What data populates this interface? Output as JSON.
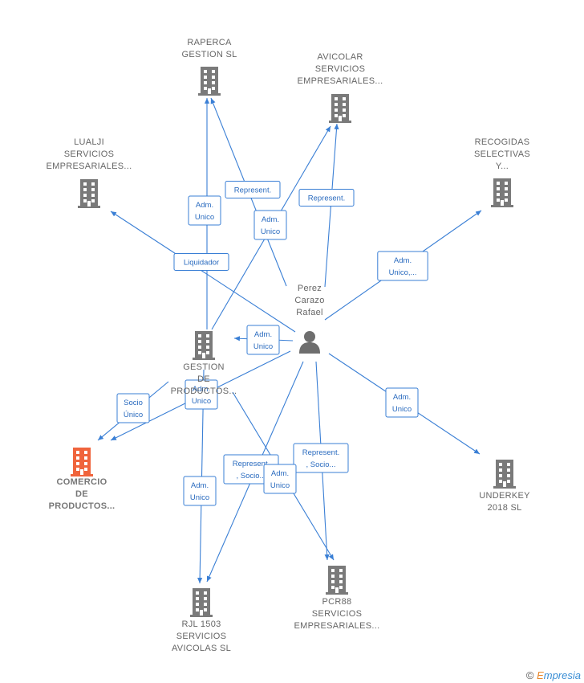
{
  "nodes": [
    {
      "id": "raperca",
      "label_lines": [
        "RAPERCA",
        "GESTION  SL"
      ],
      "type": "company"
    },
    {
      "id": "avicolar",
      "label_lines": [
        "AVICOLAR",
        "SERVICIOS",
        "EMPRESARIALES..."
      ],
      "type": "company"
    },
    {
      "id": "lualji",
      "label_lines": [
        "LUALJI",
        "SERVICIOS",
        "EMPRESARIALES..."
      ],
      "type": "company"
    },
    {
      "id": "recogidas",
      "label_lines": [
        "RECOGIDAS",
        "SELECTIVAS",
        "Y..."
      ],
      "type": "company"
    },
    {
      "id": "perez",
      "label_lines": [
        "Perez",
        "Carazo",
        "Rafael"
      ],
      "type": "person"
    },
    {
      "id": "gestion",
      "label_lines": [
        "GESTION",
        "DE",
        "PRODUCTOS..."
      ],
      "type": "company"
    },
    {
      "id": "comercio",
      "label_lines": [
        "COMERCIO",
        "DE",
        "PRODUCTOS..."
      ],
      "type": "company-focus"
    },
    {
      "id": "underkey",
      "label_lines": [
        "UNDERKEY",
        "2018  SL"
      ],
      "type": "company"
    },
    {
      "id": "pcr88",
      "label_lines": [
        "PCR88",
        "SERVICIOS",
        "EMPRESARIALES..."
      ],
      "type": "company"
    },
    {
      "id": "rjl",
      "label_lines": [
        "RJL 1503",
        "SERVICIOS",
        "AVICOLAS  SL"
      ],
      "type": "company"
    }
  ],
  "edges": [
    {
      "id": "e1",
      "from": "perez",
      "to": "raperca",
      "label_lines": [
        "Represent."
      ]
    },
    {
      "id": "e2",
      "from": "perez",
      "to": "avicolar",
      "label_lines": [
        "Represent."
      ]
    },
    {
      "id": "e3",
      "from": "gestion",
      "to": "raperca",
      "label_lines": [
        "Adm.",
        "Unico"
      ]
    },
    {
      "id": "e4",
      "from": "gestion",
      "to": "avicolar",
      "label_lines": [
        "Adm.",
        "Unico"
      ]
    },
    {
      "id": "e5",
      "from": "perez",
      "to": "lualji",
      "label_lines": [
        "Liquidador"
      ]
    },
    {
      "id": "e6",
      "from": "perez",
      "to": "recogidas",
      "label_lines": [
        "Adm.",
        "Unico,..."
      ]
    },
    {
      "id": "e7",
      "from": "perez",
      "to": "gestion",
      "label_lines": [
        "Adm.",
        "Unico"
      ]
    },
    {
      "id": "e8",
      "from": "gestion",
      "to": "comercio",
      "label_lines": [
        "Socio",
        "Único"
      ]
    },
    {
      "id": "e9",
      "from": "perez",
      "to": "comercio",
      "label_lines": [
        "Adm.",
        "Unico"
      ]
    },
    {
      "id": "e10",
      "from": "perez",
      "to": "underkey",
      "label_lines": [
        "Adm.",
        "Unico"
      ]
    },
    {
      "id": "e11",
      "from": "gestion",
      "to": "rjl",
      "label_lines": [
        "Adm.",
        "Unico"
      ]
    },
    {
      "id": "e12",
      "from": "perez",
      "to": "rjl",
      "label_lines": [
        "Represent.",
        ", Socio..."
      ]
    },
    {
      "id": "e13",
      "from": "perez",
      "to": "pcr88",
      "label_lines": [
        "Represent.",
        ", Socio..."
      ]
    },
    {
      "id": "e14",
      "from": "gestion",
      "to": "pcr88",
      "label_lines": [
        "Adm.",
        "Unico"
      ]
    }
  ],
  "colors": {
    "edge": "#3a7fd5",
    "company_icon": "#7a7a7a",
    "focus_icon": "#f0643c",
    "person_icon": "#6e6e6e"
  },
  "footer": {
    "copyright": "©",
    "brand_first": "E",
    "brand_rest": "mpresia"
  }
}
